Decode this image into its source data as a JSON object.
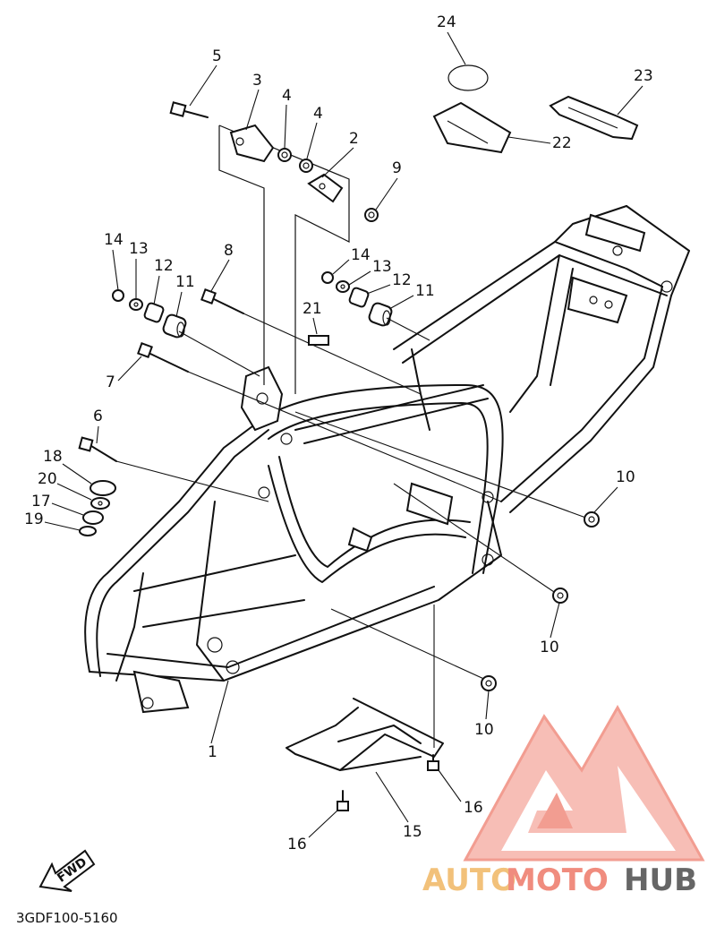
{
  "diagram_code": "3GDF100-5160",
  "fwd_label": "FWD",
  "callouts": {
    "c1": "1",
    "c2": "2",
    "c3": "3",
    "c4a": "4",
    "c4b": "4",
    "c5": "5",
    "c6": "6",
    "c7": "7",
    "c8": "8",
    "c9": "9",
    "c10a": "10",
    "c10b": "10",
    "c10c": "10",
    "c11a": "11",
    "c11b": "11",
    "c12a": "12",
    "c12b": "12",
    "c13a": "13",
    "c13b": "13",
    "c14a": "14",
    "c14b": "14",
    "c15": "15",
    "c16a": "16",
    "c16b": "16",
    "c17": "17",
    "c18": "18",
    "c19": "19",
    "c20": "20",
    "c21": "21",
    "c22": "22",
    "c23": "23",
    "c24": "24"
  },
  "watermark": {
    "part1": "AUTO",
    "part2": "MOTO",
    "part3": "HUB",
    "logo_color": "#f08c7e"
  }
}
